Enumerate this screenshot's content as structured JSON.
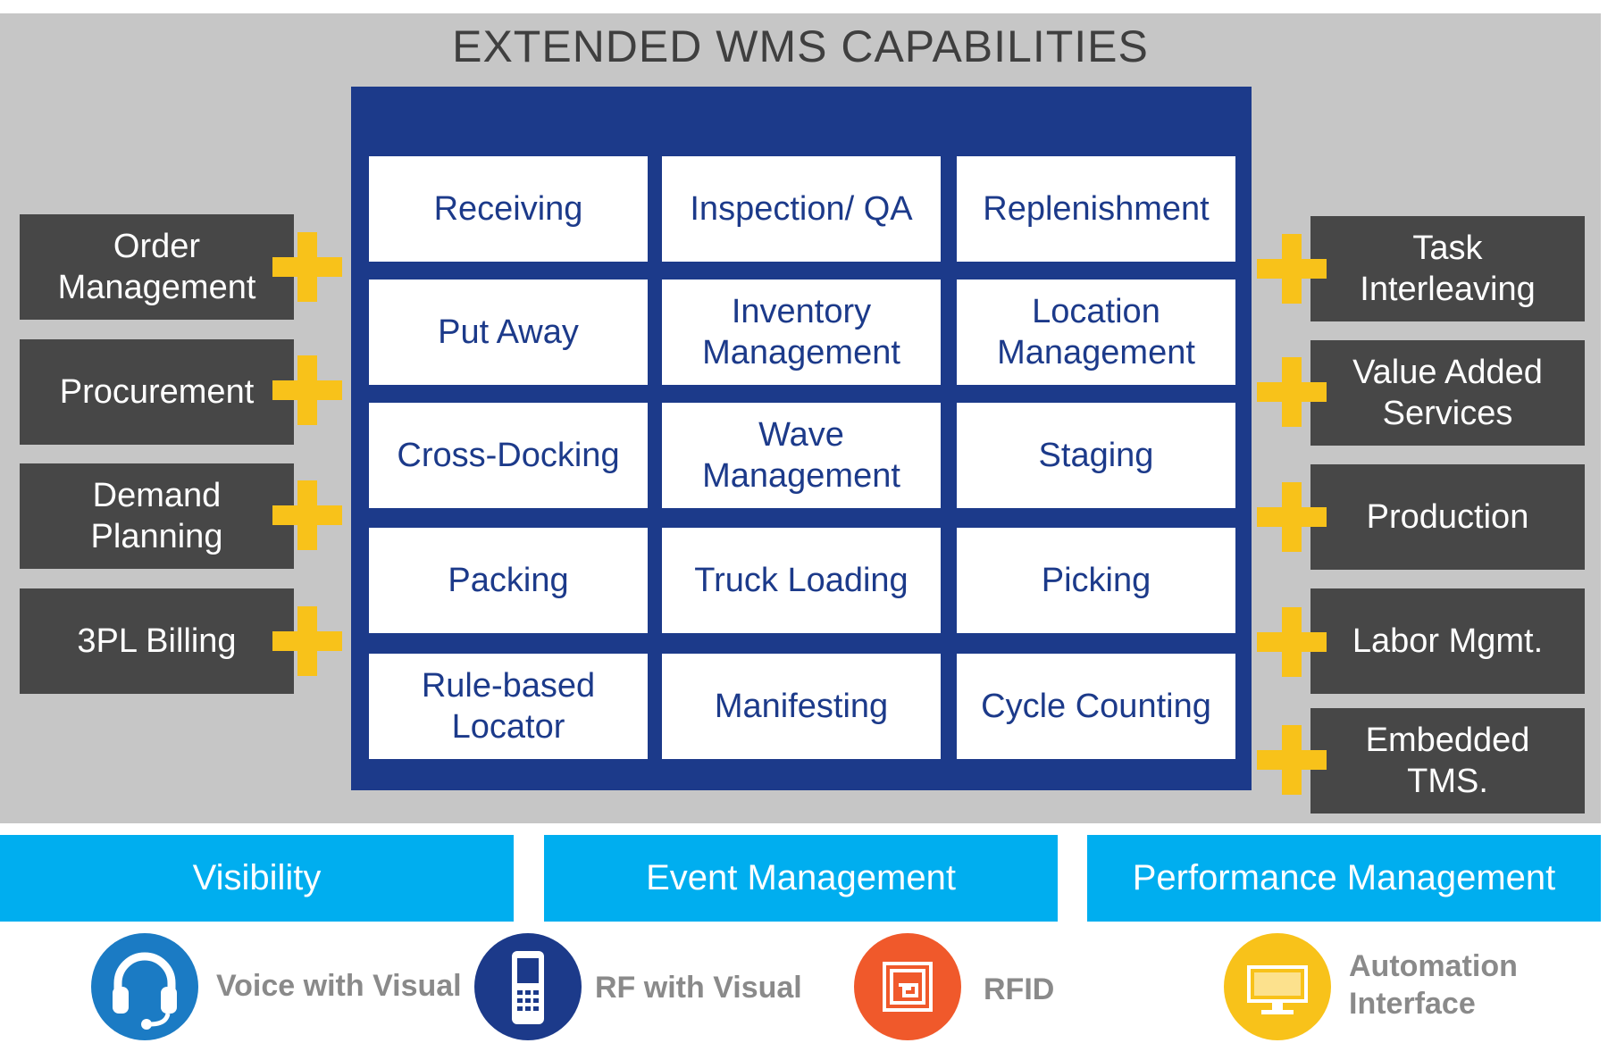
{
  "title": "EXTENDED WMS CAPABILITIES",
  "core_capabilities": [
    "Receiving",
    "Inspection/ QA",
    "Replenishment",
    "Put Away",
    "Inventory\nManagement",
    "Location\nManagement",
    "Cross-Docking",
    "Wave\nManagement",
    "Staging",
    "Packing",
    "Truck Loading",
    "Picking",
    "Rule-based\nLocator",
    "Manifesting",
    "Cycle Counting"
  ],
  "left_modules": [
    "Order\nManagement",
    "Procurement",
    "Demand\nPlanning",
    "3PL Billing"
  ],
  "right_modules": [
    "Task\nInterleaving",
    "Value Added\nServices",
    "Production",
    "Labor Mgmt.",
    "Embedded\nTMS."
  ],
  "bars": [
    "Visibility",
    "Event Management",
    "Performance Management"
  ],
  "technologies": [
    {
      "label": "Voice with Visual",
      "icon": "headset-icon",
      "color": "#1b7bc4"
    },
    {
      "label": "RF with Visual",
      "icon": "handheld-scanner-icon",
      "color": "#1c3a8a"
    },
    {
      "label": "RFID",
      "icon": "rfid-tag-icon",
      "color": "#f0592b"
    },
    {
      "label": "Automation\nInterface",
      "icon": "automation-display-icon",
      "color": "#f8c21a"
    }
  ],
  "colors": {
    "core_blue": "#1c3a8a",
    "module_gray": "#474747",
    "plus_yellow": "#f8c21a",
    "bar_cyan": "#00aeef",
    "panel_gray": "#c6c6c6"
  }
}
